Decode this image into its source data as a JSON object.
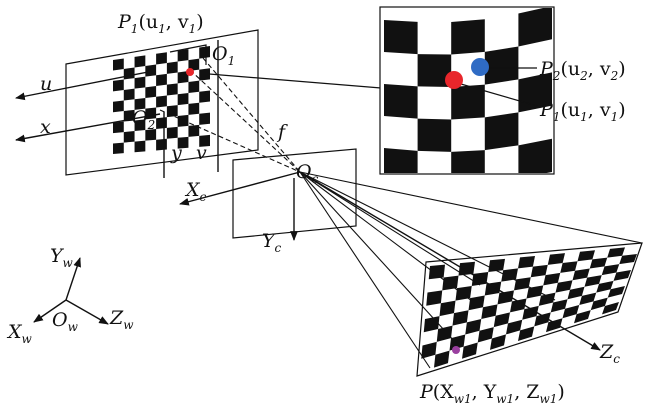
{
  "labels": {
    "p1_top": {
      "main": "P",
      "sub": "1",
      "rest": "(u",
      "sub2": "1",
      "rest2": ", v",
      "sub3": "1",
      "end": ")"
    },
    "o1": {
      "main": "O",
      "sub": "1"
    },
    "o2": {
      "main": "O",
      "sub": "2"
    },
    "u": "u",
    "x": "x",
    "y": "y",
    "v": "v",
    "f": "f",
    "oc": {
      "main": "O",
      "sub": "c"
    },
    "xc": {
      "main": "X",
      "sub": "c"
    },
    "yc": {
      "main": "Y",
      "sub": "c"
    },
    "zc": {
      "main": "Z",
      "sub": "c"
    },
    "yw": {
      "main": "Y",
      "sub": "w"
    },
    "xw": {
      "main": "X",
      "sub": "w"
    },
    "zw": {
      "main": "Z",
      "sub": "w"
    },
    "ow": {
      "main": "O",
      "sub": "w"
    },
    "p2_inset": {
      "main": "P",
      "sub": "2",
      "rest": "(u",
      "sub2": "2",
      "rest2": ", v",
      "sub3": "2",
      "end": ")"
    },
    "p1_inset": {
      "main": "P",
      "sub": "1",
      "rest": "(u",
      "sub2": "1",
      "rest2": ", v",
      "sub3": "1",
      "end": ")"
    },
    "pw": {
      "main": "P",
      "rest": "(X",
      "sub": "w1",
      "rest2": ", Y",
      "sub2": "w1",
      "rest3": ", Z",
      "sub3": "w1",
      "end": ")"
    }
  },
  "colors": {
    "red_point": "#e8262b",
    "blue_point": "#2f6bc4",
    "world_point": "#9a3f9f"
  }
}
